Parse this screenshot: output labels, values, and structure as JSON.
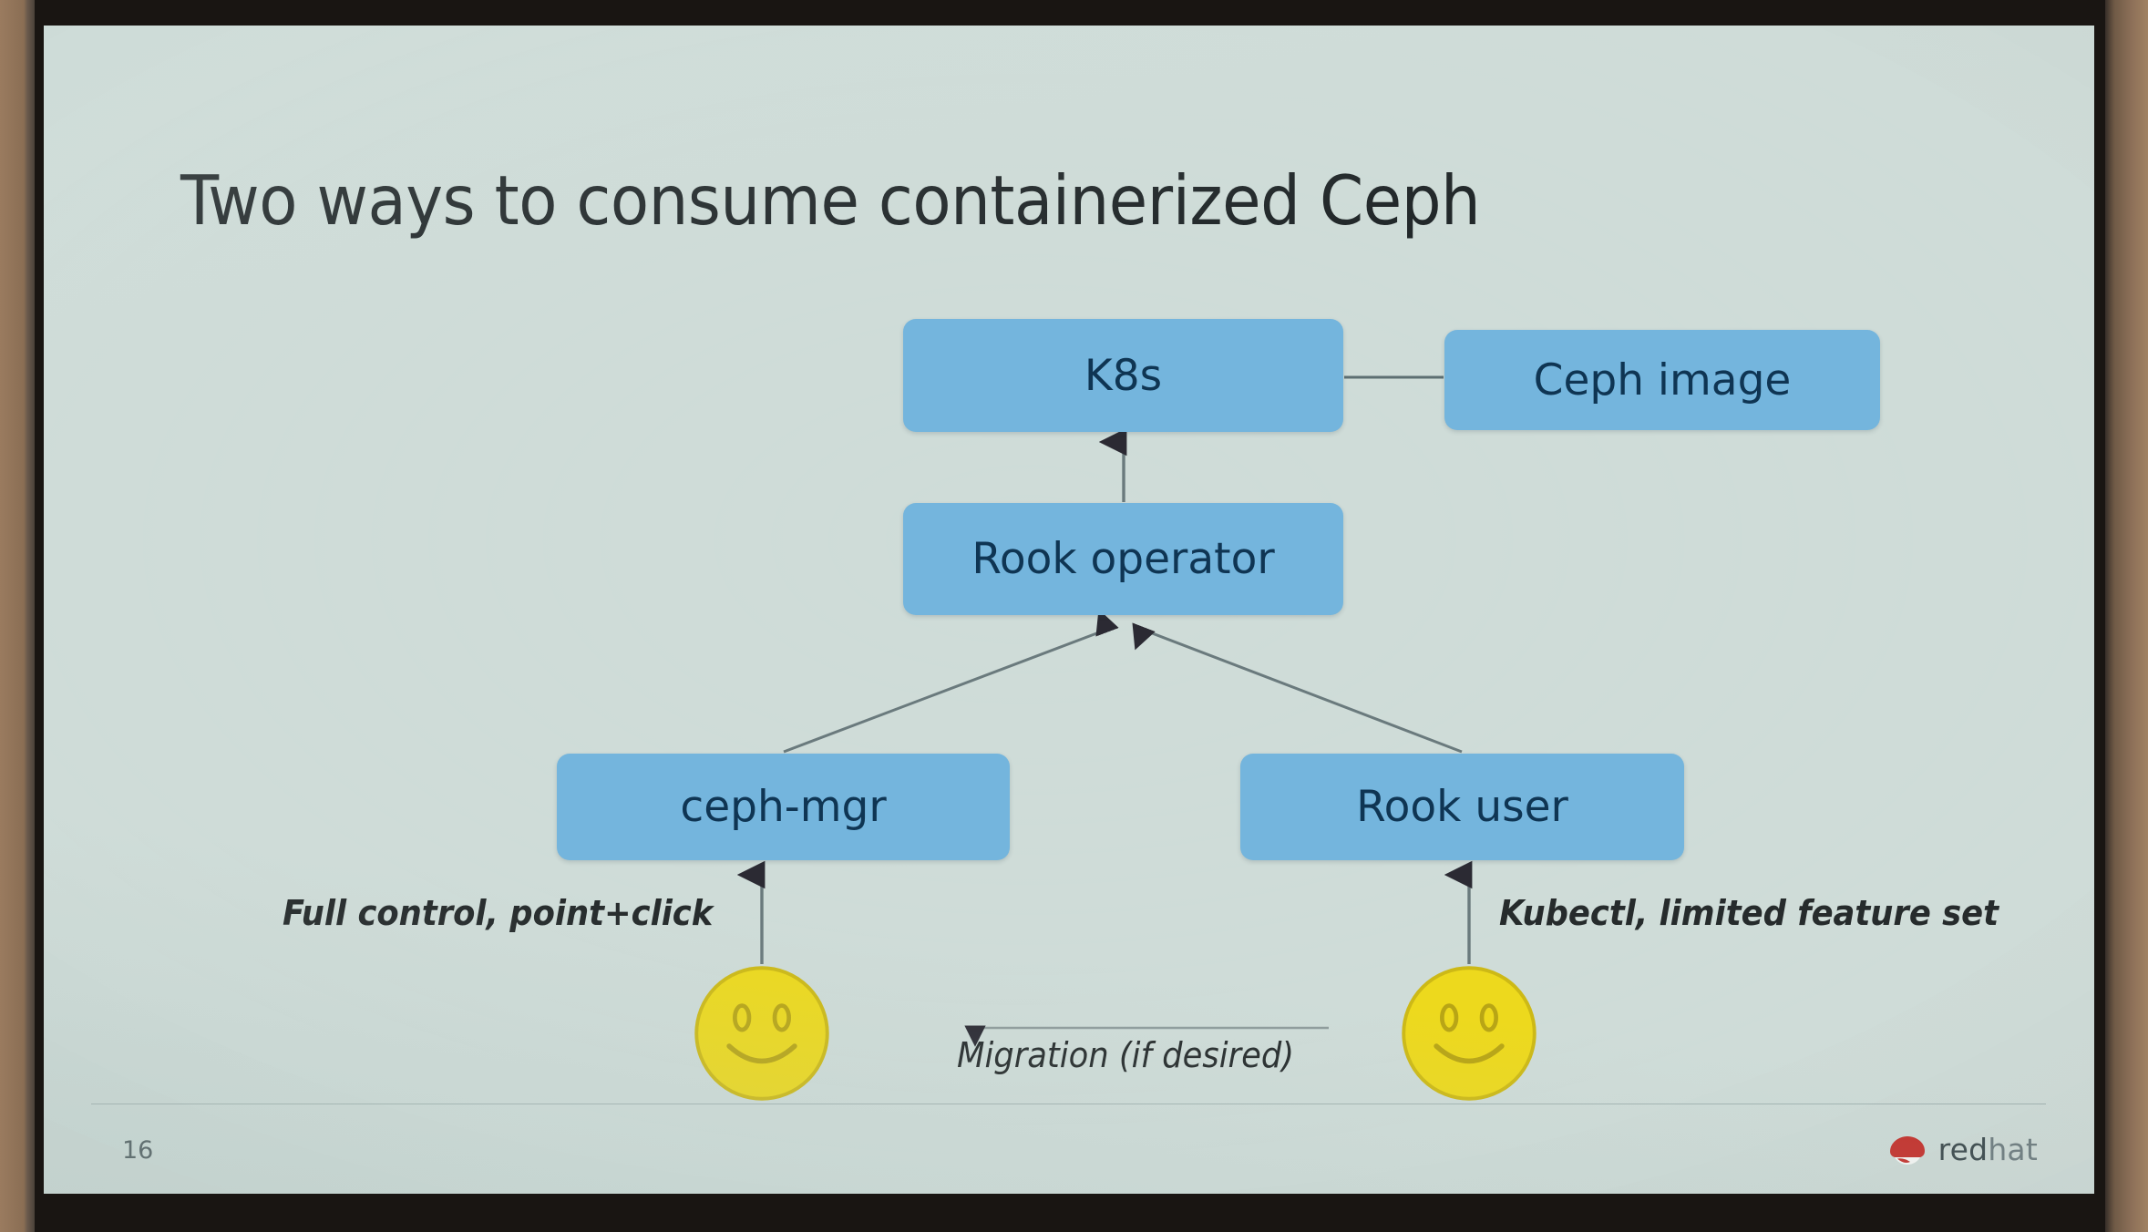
{
  "slide": {
    "title": "Two ways to consume containerized Ceph",
    "page_number": "16",
    "brand": {
      "name_strong": "red",
      "name_light": "hat",
      "logo_icon": "redhat-shadowman-icon"
    },
    "background_color": "#cfdcd8",
    "node_color": "#74b5dd",
    "node_text_color": "#0f3553",
    "smiley_color": "#edd91d",
    "connector_color": "#5d6f72"
  },
  "nodes": [
    {
      "id": "k8s",
      "label": "K8s"
    },
    {
      "id": "ceph-image",
      "label": "Ceph image"
    },
    {
      "id": "rook-op",
      "label": "Rook operator"
    },
    {
      "id": "ceph-mgr",
      "label": "ceph-mgr"
    },
    {
      "id": "rook-user",
      "label": "Rook user"
    }
  ],
  "captions": {
    "left": "Full control, point+click",
    "right": "Kubectl, limited feature set",
    "migration": "Migration (if desired)"
  },
  "edges": [
    {
      "from": "k8s",
      "to": "ceph-image",
      "style": "plain-line",
      "direction": "none"
    },
    {
      "from": "rook-op",
      "to": "k8s",
      "style": "arrow",
      "direction": "up"
    },
    {
      "from": "ceph-mgr",
      "to": "rook-op",
      "style": "arrow",
      "direction": "up-right"
    },
    {
      "from": "rook-user",
      "to": "rook-op",
      "style": "arrow",
      "direction": "up-left"
    },
    {
      "from": "smiley-left",
      "to": "ceph-mgr",
      "style": "arrow",
      "direction": "up"
    },
    {
      "from": "smiley-right",
      "to": "rook-user",
      "style": "arrow",
      "direction": "up"
    },
    {
      "from": "smiley-right",
      "to": "smiley-left",
      "style": "arrow",
      "direction": "left",
      "label": "Migration (if desired)"
    }
  ]
}
